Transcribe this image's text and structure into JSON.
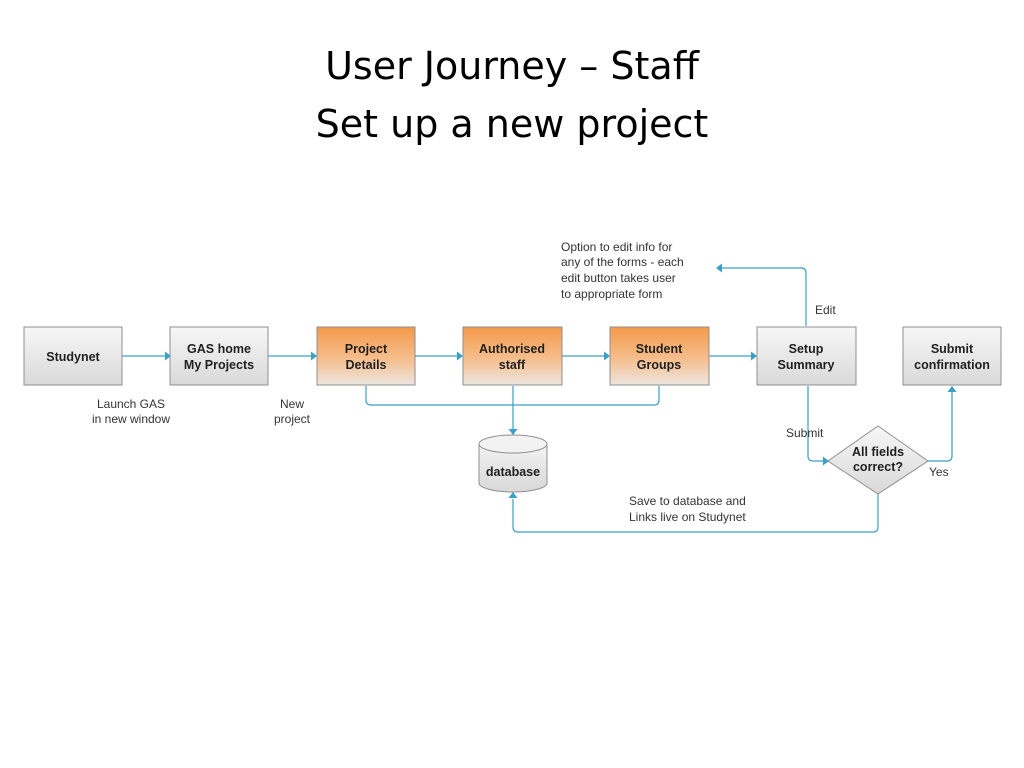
{
  "slide": {
    "title_line1": "User Journey – Staff",
    "title_line2": "Set up a new project"
  },
  "colors": {
    "connector": "#3aa0c8",
    "box_gray": "#e6e6e6",
    "box_orange": "#f39a4a",
    "border": "#8f8f8f"
  },
  "nodes": {
    "studynet": {
      "lines": [
        "Studynet"
      ]
    },
    "gas_home": {
      "lines": [
        "GAS home",
        "My Projects"
      ]
    },
    "project_details": {
      "lines": [
        "Project",
        "Details"
      ]
    },
    "authorised_staff": {
      "lines": [
        "Authorised",
        "staff"
      ]
    },
    "student_groups": {
      "lines": [
        "Student",
        "Groups"
      ]
    },
    "setup_summary": {
      "lines": [
        "Setup",
        "Summary"
      ]
    },
    "submit_confirmation": {
      "lines": [
        "Submit",
        "confirmation"
      ]
    },
    "database": {
      "lines": [
        "database"
      ]
    },
    "decision": {
      "lines": [
        "All fields",
        "correct?"
      ]
    }
  },
  "labels": {
    "launch_gas": [
      "Launch GAS",
      "in new window"
    ],
    "new_project": [
      "New",
      "project"
    ],
    "edit_option": [
      "Option to edit info for",
      "any of the forms - each",
      "edit button takes user",
      "to appropriate form"
    ],
    "edit": "Edit",
    "submit": "Submit",
    "yes": "Yes",
    "save_to_db": [
      "Save to database and",
      "Links live on Studynet"
    ]
  }
}
